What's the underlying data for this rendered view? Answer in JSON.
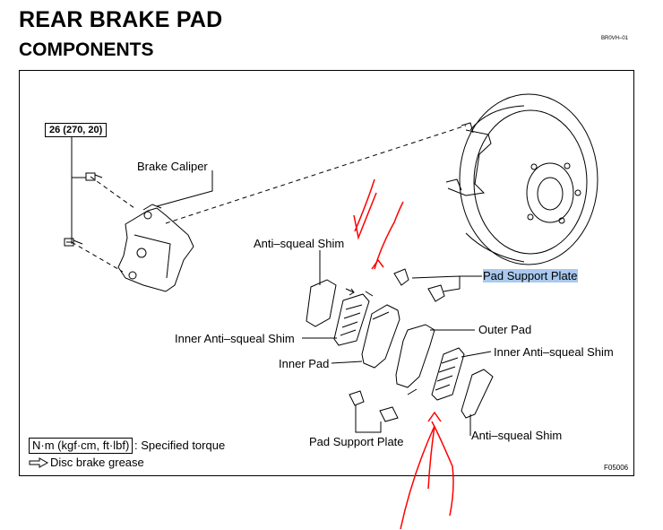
{
  "header": {
    "title": "REAR BRAKE PAD",
    "subtitle": "COMPONENTS",
    "doc_id": "BR0VH–01"
  },
  "diagram": {
    "torque_spec": "26 (270, 20)",
    "labels": {
      "brake_caliper": "Brake Caliper",
      "anti_squeal_shim_top": "Anti–squeal Shim",
      "pad_support_plate_top": "Pad Support Plate",
      "outer_pad": "Outer Pad",
      "inner_anti_squeal_shim_left": "Inner Anti–squeal Shim",
      "inner_anti_squeal_shim_right": "Inner Anti–squeal Shim",
      "inner_pad": "Inner Pad",
      "pad_support_plate_bottom": "Pad Support Plate",
      "anti_squeal_shim_bottom": "Anti–squeal Shim"
    },
    "legend": {
      "torque_unit": "N·m (kgf·cm, ft·lbf)",
      "torque_desc": ": Specified torque",
      "grease_desc": "Disc brake grease"
    },
    "figure_id": "F05006",
    "highlight_color": "#a9c9ee",
    "annotation_color": "#ff0000"
  }
}
